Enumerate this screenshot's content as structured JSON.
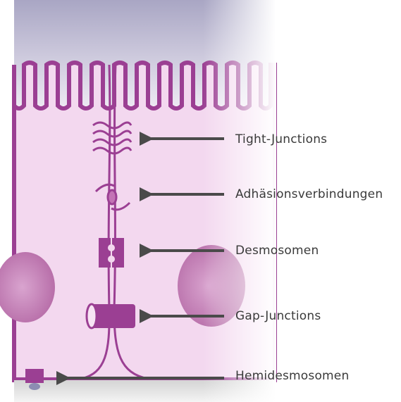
{
  "labels": {
    "tight_junctions": "Tight-Junctions",
    "adherens_junctions": "Adhäsionsverbindungen",
    "desmosomes": "Desmosomen",
    "gap_junctions": "Gap-Junctions",
    "hemidesmosomes": "Hemidesmosomen"
  },
  "colors": {
    "membrane": "#9b3f93",
    "cytoplasm": "#f2d6ee",
    "nucleus": "#c77bb8",
    "lumen": "#b8b6cf",
    "arrow": "#4a4a4a",
    "basal_lamina": "#c8c8c8"
  }
}
